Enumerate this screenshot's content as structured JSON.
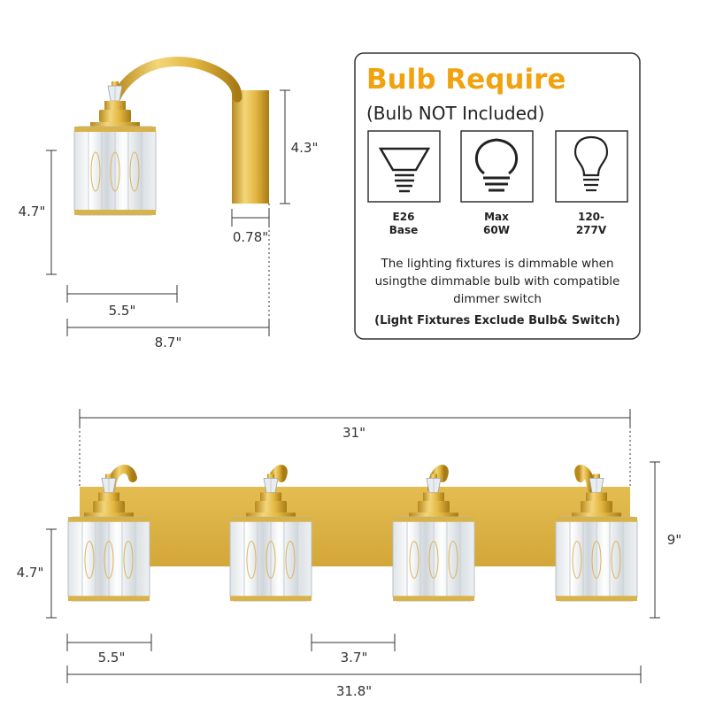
{
  "single_fixture": {
    "dims": {
      "shade_height": "4.7\"",
      "arm_height": "4.3\"",
      "backplate_depth": "0.78\"",
      "shade_width": "5.5\"",
      "total_depth": "8.7\""
    }
  },
  "bulb_info": {
    "title": "Bulb Require",
    "subtitle": "(Bulb NOT Included)",
    "bulbs": [
      {
        "icon": "e26-base-bulb-icon",
        "label_line1": "E26",
        "label_line2": "Base"
      },
      {
        "icon": "max-60w-bulb-icon",
        "label_line1": "Max",
        "label_line2": "60W"
      },
      {
        "icon": "voltage-bulb-icon",
        "label_line1": "120-",
        "label_line2": "277V"
      }
    ],
    "description_lines": [
      "The lighting fixtures is dimmable when",
      "usingthe dimmable bulb with compatible",
      "dimmer switch"
    ],
    "note": "(Light Fixtures Exclude Bulb& Switch)"
  },
  "vanity_bar": {
    "dims": {
      "plate_width": "31\"",
      "height": "9\"",
      "shade_height": "4.7\"",
      "shade_width": "5.5\"",
      "shade_gap": "3.7\"",
      "total_width": "31.8\""
    }
  },
  "colors": {
    "gold": "#d9ad3a",
    "gold_dark": "#b8891d",
    "accent_orange": "#f0a20f",
    "line": "#333333"
  }
}
